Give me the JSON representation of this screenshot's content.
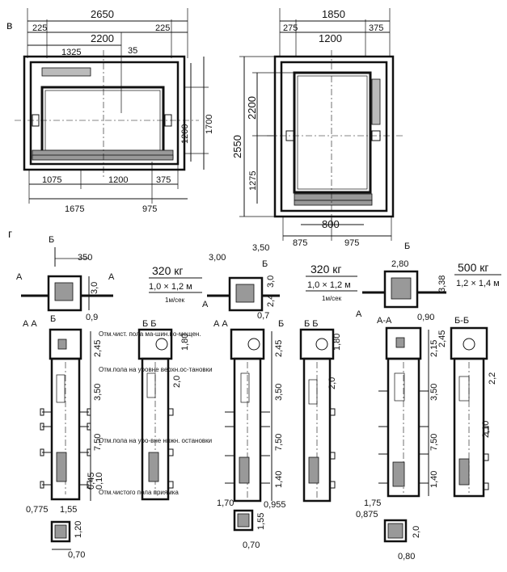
{
  "labels": {
    "panel_v": "в",
    "panel_g": "г",
    "sec_a": "А",
    "sec_b": "Б",
    "sec_aa": "А  А",
    "sec_bb": "Б  Б",
    "sec_aa2": "А-А",
    "sec_bb2": "Б-Б"
  },
  "plan1": {
    "overall": "2650",
    "left_edge": "225",
    "inner": "2200",
    "right_edge": "225",
    "half": "1325",
    "offset": "35",
    "depth_door": "1200",
    "depth_total": "1700",
    "bottom_left": "1075",
    "bottom_door": "1200",
    "bottom_right": "375",
    "bottom_total_left": "1675",
    "bottom_total_right": "975"
  },
  "plan2": {
    "overall": "1850",
    "left_edge": "275",
    "inner": "1200",
    "right_edge": "375",
    "height_total": "2550",
    "height_inner": "2200",
    "height_lower": "1275",
    "door": "800",
    "bottom_left": "875",
    "bottom_right": "975"
  },
  "cap1": {
    "load": "320 кг",
    "size": "1,0 × 1,2 м",
    "speed": "1м/сек"
  },
  "cap2": {
    "load": "320 кг",
    "size": "1,0 × 1,2 м",
    "speed": "1м/сек"
  },
  "cap3": {
    "load": "500 кг",
    "size": "1,2 × 1,4 м"
  },
  "sec1": {
    "top_w": "350",
    "top_h": "3,0",
    "dim_09": "0,9",
    "mr_h": "2,45",
    "upper": "3,50",
    "mid": "7,50",
    "pit_a": "0,45",
    "pit_b": "0,10",
    "bot_a": "0,775",
    "bot_b": "1,55",
    "bot_c": "1,20",
    "bot_d": "0,70",
    "b_top": "1,80",
    "b_cab": "2,0",
    "note1": "Отм.чист. пола ма-шин.по-мещен.",
    "note2": "Отм.пола на уровне верхн.ос-тановки",
    "note3": "Отм.пола на уро-вне нижн. остановки",
    "note4": "Отм.чистого пола приямка"
  },
  "sec2": {
    "top_l": "3,00",
    "top_r": "3,50",
    "top_h": "3,0",
    "dim_24": "2,4",
    "dim_07": "0,7",
    "mr_h": "2,45",
    "upper": "3,50",
    "mid": "7,50",
    "pit": "1,40",
    "bot_a": "1,70",
    "bot_b": "0,955",
    "bot_c": "1,55",
    "bot_d": "0,70",
    "b_top": "1,80",
    "b_cab": "2,0"
  },
  "sec3": {
    "top_w": "2,80",
    "top_h": "3,38",
    "dim_090": "0,90",
    "mr_a": "2,15",
    "mr_b": "2,45",
    "upper": "3,50",
    "mid": "7,50",
    "pit": "1,40",
    "bot_a": "1,75",
    "bot_b": "0,875",
    "bot_c": "2,0",
    "bot_d": "0,80",
    "b_top": "2,2",
    "b_cab": "2,10"
  }
}
